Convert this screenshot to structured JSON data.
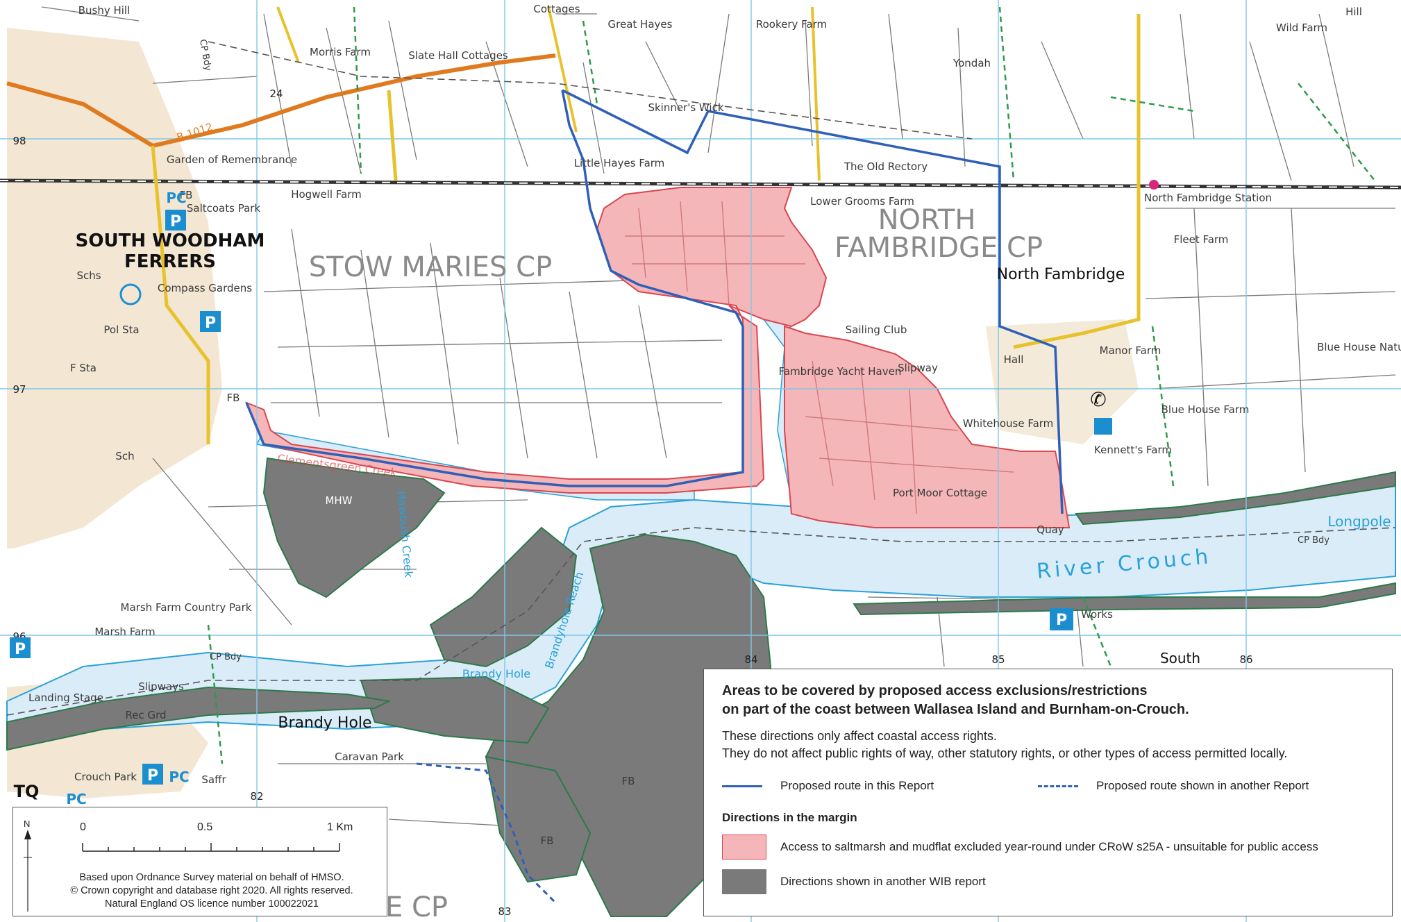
{
  "map": {
    "places": [
      {
        "id": "bushy-hill",
        "text": "Bushy Hill"
      },
      {
        "id": "morris-farm",
        "text": "Morris Farm"
      },
      {
        "id": "slate-hall",
        "text": "Slate Hall Cottages"
      },
      {
        "id": "cottages",
        "text": "Cottages"
      },
      {
        "id": "great-hayes",
        "text": "Great Hayes"
      },
      {
        "id": "rookery-farm",
        "text": "Rookery Farm"
      },
      {
        "id": "yondah",
        "text": "Yondah"
      },
      {
        "id": "wild-farm",
        "text": "Wild Farm"
      },
      {
        "id": "hill",
        "text": "Hill"
      },
      {
        "id": "skinners-wick",
        "text": "Skinner's Wick"
      },
      {
        "id": "little-hayes",
        "text": "Little Hayes Farm"
      },
      {
        "id": "the-old-rectory",
        "text": "The Old Rectory"
      },
      {
        "id": "garden-rem",
        "text": "Garden of Remembrance"
      },
      {
        "id": "hogwell",
        "text": "Hogwell Farm"
      },
      {
        "id": "saltcoats",
        "text": "Saltcoats Park"
      },
      {
        "id": "lower-grooms",
        "text": "Lower Grooms Farm"
      },
      {
        "id": "nf-station",
        "text": "North Fambridge Station"
      },
      {
        "id": "fleet-farm",
        "text": "Fleet Farm"
      },
      {
        "id": "compass",
        "text": "Compass Gardens"
      },
      {
        "id": "schs",
        "text": "Schs"
      },
      {
        "id": "pol-sta",
        "text": "Pol Sta"
      },
      {
        "id": "f-sta",
        "text": "F Sta"
      },
      {
        "id": "sch",
        "text": "Sch"
      },
      {
        "id": "sailing-club",
        "text": "Sailing Club"
      },
      {
        "id": "slipway",
        "text": "Slipway"
      },
      {
        "id": "yacht-haven",
        "text": "Fambridge Yacht Haven"
      },
      {
        "id": "hall",
        "text": "Hall"
      },
      {
        "id": "manor-farm",
        "text": "Manor Farm"
      },
      {
        "id": "blue-house-nr",
        "text": "Blue House Nature R"
      },
      {
        "id": "blue-house-farm",
        "text": "Blue House Farm"
      },
      {
        "id": "whitehouse",
        "text": "Whitehouse Farm"
      },
      {
        "id": "kennetts",
        "text": "Kennett's Farm"
      },
      {
        "id": "port-moor",
        "text": "Port Moor Cottage"
      },
      {
        "id": "quay",
        "text": "Quay"
      },
      {
        "id": "fb1",
        "text": "FB"
      },
      {
        "id": "fb2",
        "text": "FB"
      },
      {
        "id": "fb3",
        "text": "FB"
      },
      {
        "id": "fb4",
        "text": "FB"
      },
      {
        "id": "mhw",
        "text": "MHW"
      },
      {
        "id": "marsh-farm-cp",
        "text": "Marsh Farm Country Park"
      },
      {
        "id": "marsh-farm",
        "text": "Marsh Farm"
      },
      {
        "id": "works",
        "text": "Works"
      },
      {
        "id": "south",
        "text": "South"
      },
      {
        "id": "landing-stage",
        "text": "Landing Stage"
      },
      {
        "id": "slipways",
        "text": "Slipways"
      },
      {
        "id": "rec-grd",
        "text": "Rec Grd"
      },
      {
        "id": "brandy-hole",
        "text": "Brandy Hole"
      },
      {
        "id": "caravan-park",
        "text": "Caravan Park"
      },
      {
        "id": "crouch-park",
        "text": "Crouch Park"
      },
      {
        "id": "saffr",
        "text": "Saffr"
      },
      {
        "id": "north-fambridge-village",
        "text": "North Fambridge"
      }
    ],
    "big_labels": {
      "south_woodham_1": "SOUTH WOODHAM",
      "south_woodham_2": "FERRERS",
      "stow_maries": "STOW MARIES CP",
      "north_fambridge_1": "NORTH",
      "north_fambridge_2": "FAMBRIDGE CP",
      "e_cp": "E CP"
    },
    "water_labels": {
      "river_crouch": "River Crouch",
      "longpole": "Longpole",
      "brandy_hole_water": "Brandy Hole",
      "brandyhole_reach": "Brandyhole Reach",
      "clementsgreen": "Clementsgreen Creek",
      "hawbush": "Hawbush Creek"
    },
    "admin_labels": {
      "cp_bdy_1": "CP Bdy",
      "cp_bdy_2": "CP Bdy",
      "cp_bdy_3": "CP Bdy",
      "road_b1012": "B 1012"
    },
    "grid_labels": [
      "96",
      "97",
      "98",
      "82",
      "83",
      "84",
      "85",
      "86",
      "TQ",
      "24"
    ],
    "symbol_labels": {
      "pc1": "PC",
      "pc2": "PC",
      "pc3": "PC"
    }
  },
  "legend": {
    "title_line1": "Areas to be covered by proposed access exclusions/restrictions",
    "title_line2": "on part of the coast between Wallasea Island and Burnham-on-Crouch.",
    "note_line1": "These directions only affect coastal access rights.",
    "note_line2": "They do not affect public rights of way, other statutory rights, or other types of access permitted locally.",
    "route_this": "Proposed route in this Report",
    "route_other": "Proposed route shown in another Report",
    "margin_heading": "Directions in the margin",
    "item_pink": "Access to saltmarsh and mudflat excluded year-round under CRoW s25A - unsuitable for public access",
    "item_grey": "Directions shown in another WIB report"
  },
  "scale": {
    "north": "N",
    "tick_0": "0",
    "tick_05": "0.5",
    "tick_1": "1 Km",
    "credit_line1": "Based  upon Ordnance Survey material on behalf of HMSO.",
    "credit_line2": "© Crown copyright and database right 2020. All rights reserved.",
    "credit_line3": "Natural England OS licence number 100022021"
  },
  "colors": {
    "pink": "#f4b6b8",
    "pink_edge": "#d9474f",
    "grey": "#7a7a7a",
    "river": "#d9ecf8",
    "route": "#2f5fb8",
    "grid": "#7fc7e6",
    "road_orange": "#e07a1f",
    "road_yellow": "#e8c22c"
  }
}
